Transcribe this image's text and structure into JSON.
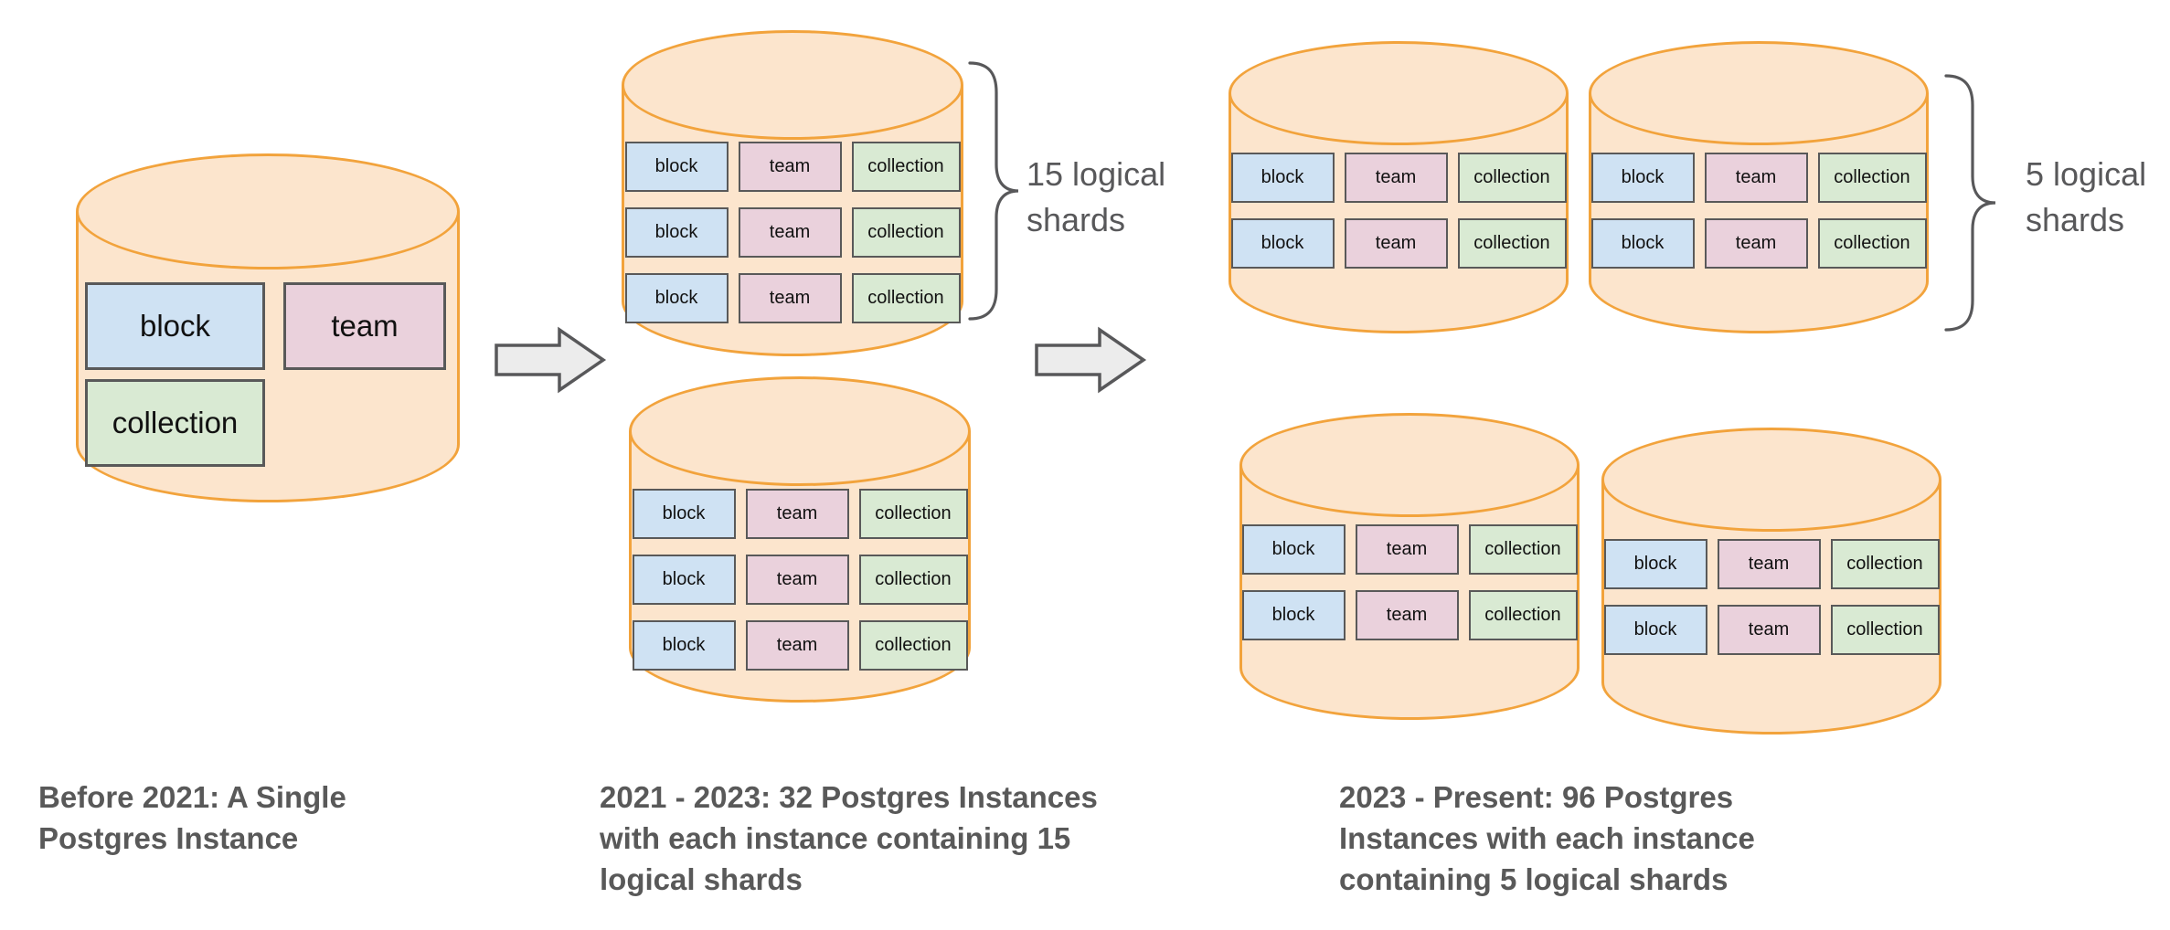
{
  "tables": {
    "block": "block",
    "team": "team",
    "collection": "collection"
  },
  "stages": [
    {
      "caption": "Before 2021: A Single Postgres Instance"
    },
    {
      "caption": "2021 - 2023: 32 Postgres Instances with each instance containing 15 logical shards",
      "shard_label": "15 logical shards"
    },
    {
      "caption": "2023 - Present: 96 Postgres Instances with each instance containing 5 logical shards",
      "shard_label": "5 logical shards"
    }
  ],
  "colors": {
    "cylinder_fill": "#FCE5CD",
    "cylinder_stroke": "#F2A33C",
    "block_fill": "#CFE2F3",
    "team_fill": "#EAD1DC",
    "collection_fill": "#D9EAD3",
    "box_border": "#595959",
    "caption_text": "#595959",
    "label_text": "#58585A",
    "arrow_fill": "#ECECEC",
    "arrow_stroke": "#58585A"
  }
}
